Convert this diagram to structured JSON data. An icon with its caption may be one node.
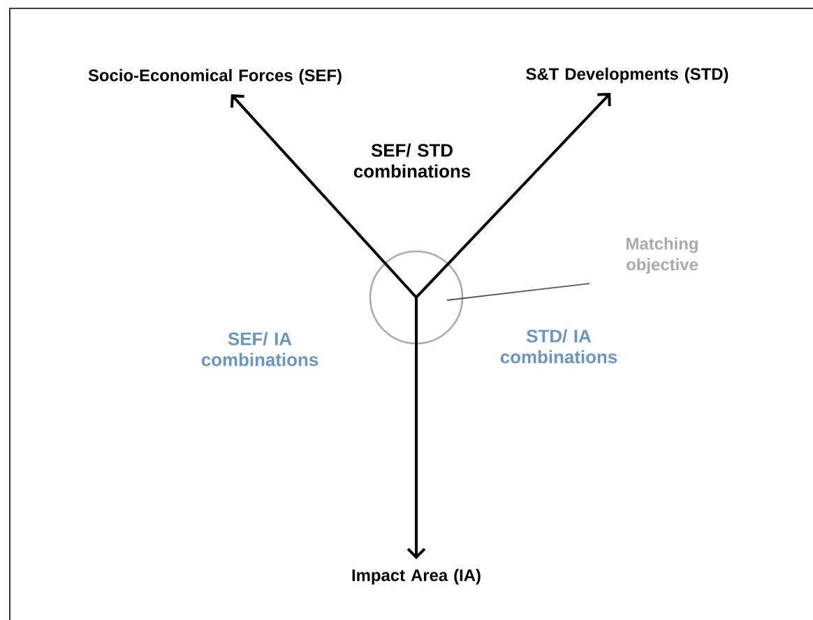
{
  "diagram": {
    "nodes": [
      {
        "text": [
          "Socio-Economical Forces (SEF)"
        ]
      },
      {
        "text": [
          "S&T Developments (STD)"
        ]
      },
      {
        "text": [],
        "shape": "circle"
      },
      {
        "text": [
          "Impact Area (IA)"
        ]
      },
      {
        "text": [
          "Matching objective"
        ]
      }
    ],
    "edges": [
      {
        "from": 2,
        "to": 0,
        "arrow": "to"
      },
      {
        "from": 2,
        "to": 1,
        "arrow": "to"
      },
      {
        "from": 2,
        "to": 3,
        "arrow": "to"
      },
      {
        "from": 4,
        "to": 2,
        "arrow": "none",
        "color": "#555555"
      }
    ],
    "labels": [
      "SEF/ STD combinations",
      "SEF/ IA combinations",
      "STD/ IA combinations"
    ]
  }
}
